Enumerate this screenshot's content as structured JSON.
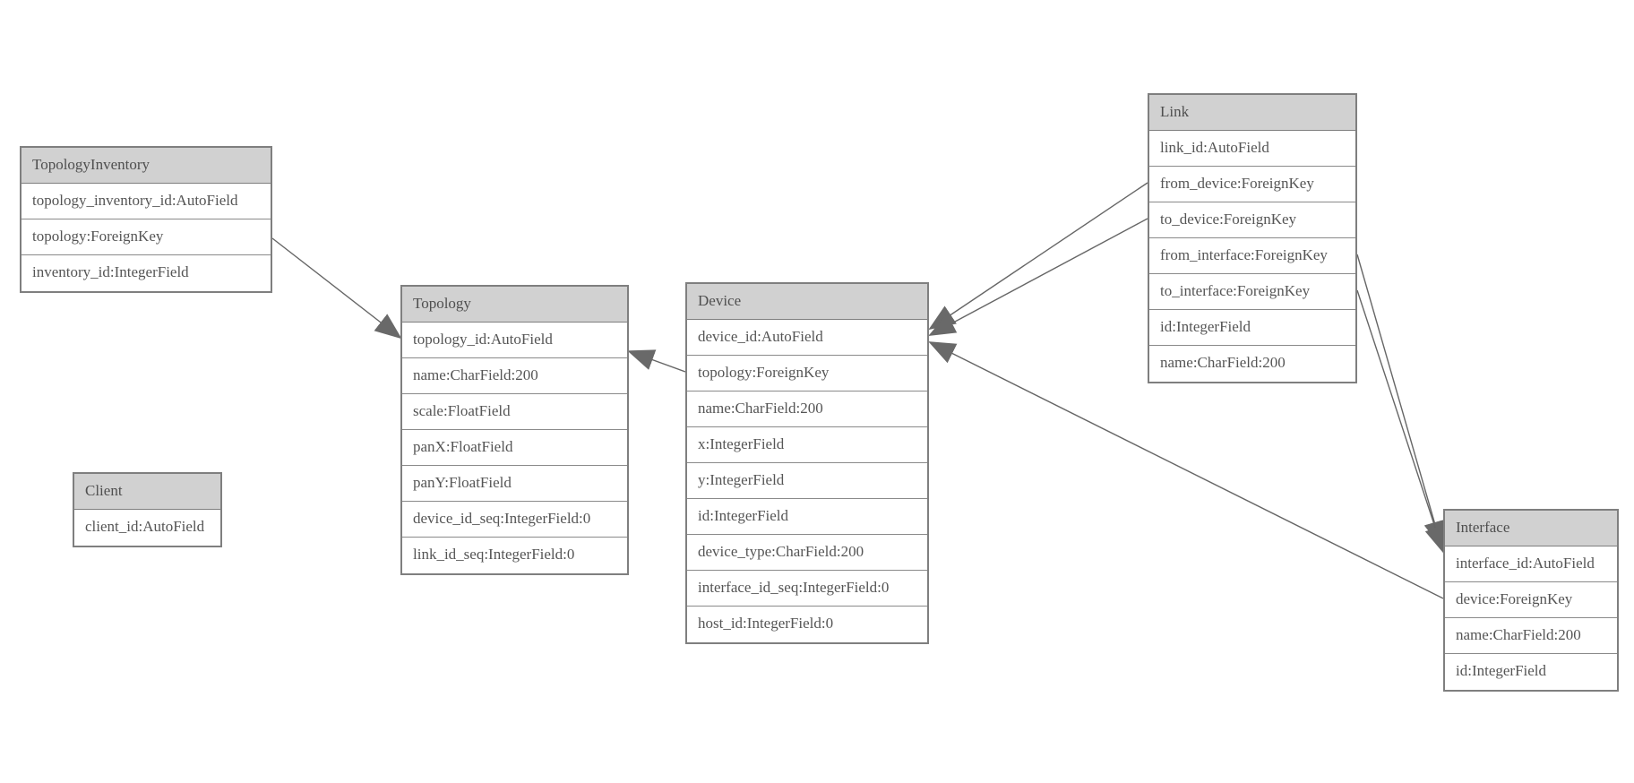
{
  "diagram": {
    "type": "entity-relationship-model-graph",
    "colors": {
      "background": "#ffffff",
      "header_bg": "#d1d1d1",
      "border": "#7f7f7f",
      "text": "#555555",
      "edge_line": "#666666",
      "arrowhead": "#696969"
    },
    "entities": {
      "topology_inventory": {
        "title": "TopologyInventory",
        "fields": [
          "topology_inventory_id:AutoField",
          "topology:ForeignKey",
          "inventory_id:IntegerField"
        ]
      },
      "topology": {
        "title": "Topology",
        "fields": [
          "topology_id:AutoField",
          "name:CharField:200",
          "scale:FloatField",
          "panX:FloatField",
          "panY:FloatField",
          "device_id_seq:IntegerField:0",
          "link_id_seq:IntegerField:0"
        ]
      },
      "client": {
        "title": "Client",
        "fields": [
          "client_id:AutoField"
        ]
      },
      "device": {
        "title": "Device",
        "fields": [
          "device_id:AutoField",
          "topology:ForeignKey",
          "name:CharField:200",
          "x:IntegerField",
          "y:IntegerField",
          "id:IntegerField",
          "device_type:CharField:200",
          "interface_id_seq:IntegerField:0",
          "host_id:IntegerField:0"
        ]
      },
      "link": {
        "title": "Link",
        "fields": [
          "link_id:AutoField",
          "from_device:ForeignKey",
          "to_device:ForeignKey",
          "from_interface:ForeignKey",
          "to_interface:ForeignKey",
          "id:IntegerField",
          "name:CharField:200"
        ]
      },
      "interface": {
        "title": "Interface",
        "fields": [
          "interface_id:AutoField",
          "device:ForeignKey",
          "name:CharField:200",
          "id:IntegerField"
        ]
      }
    },
    "relationships": [
      {
        "from": "TopologyInventory.topology",
        "to": "Topology"
      },
      {
        "from": "Device.topology",
        "to": "Topology"
      },
      {
        "from": "Link.from_device",
        "to": "Device"
      },
      {
        "from": "Link.to_device",
        "to": "Device"
      },
      {
        "from": "Interface.device",
        "to": "Device"
      },
      {
        "from": "Link.from_interface",
        "to": "Interface"
      },
      {
        "from": "Link.to_interface",
        "to": "Interface"
      }
    ]
  }
}
